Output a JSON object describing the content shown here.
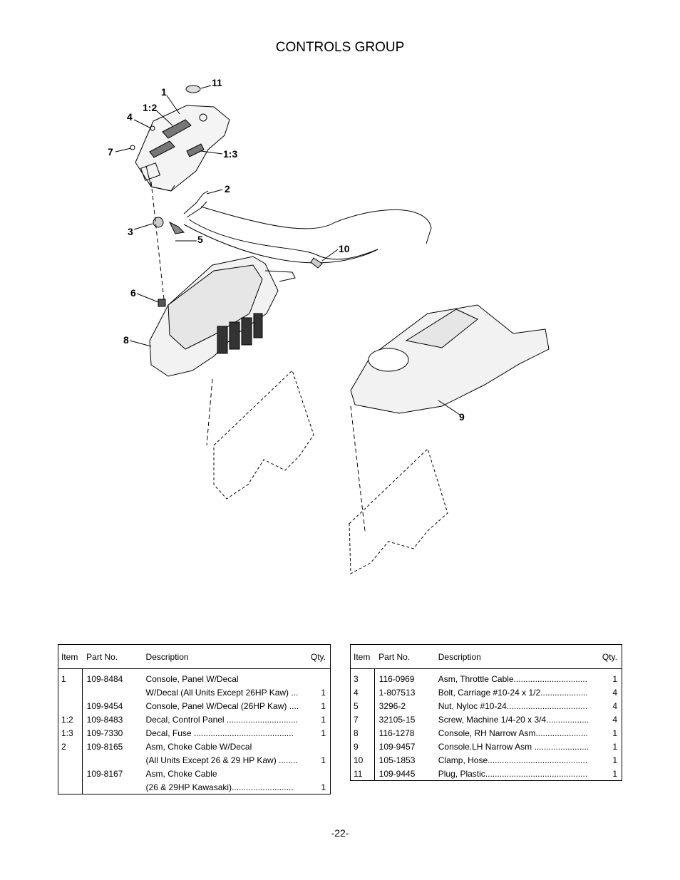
{
  "title": "CONTROLS GROUP",
  "callouts": [
    "1",
    "11",
    "1:2",
    "4",
    "7",
    "1:3",
    "2",
    "3",
    "5",
    "10",
    "6",
    "8",
    "9"
  ],
  "tables": {
    "headers": {
      "item": "Item",
      "part": "Part No.",
      "desc": "Description",
      "qty": "Qty."
    },
    "left": [
      {
        "item": "1",
        "part": "109-8484",
        "desc": "Console, Panel W/Decal",
        "qty": ""
      },
      {
        "item": "",
        "part": "",
        "desc": "W/Decal (All Units Except 26HP Kaw) ...",
        "qty": "1"
      },
      {
        "item": "",
        "part": "109-9454",
        "desc": "Console, Panel W/Decal (26HP Kaw) ....",
        "qty": "1"
      },
      {
        "item": "1:2",
        "part": "109-8483",
        "desc": "Decal, Control Panel ..............................",
        "qty": "1"
      },
      {
        "item": "1:3",
        "part": "109-7330",
        "desc": "Decal, Fuse ..........................................",
        "qty": "1"
      },
      {
        "item": "2",
        "part": "109-8165",
        "desc": "Asm, Choke Cable W/Decal",
        "qty": ""
      },
      {
        "item": "",
        "part": "",
        "desc": "(All Units Except 26 & 29 HP Kaw) ........",
        "qty": "1"
      },
      {
        "item": "",
        "part": "109-8167",
        "desc": "Asm, Choke Cable",
        "qty": ""
      },
      {
        "item": "",
        "part": "",
        "desc": "(26 &  29HP Kawasaki)..........................",
        "qty": "1"
      }
    ],
    "right": [
      {
        "item": "3",
        "part": "116-0969",
        "desc": "Asm, Throttle Cable...............................",
        "qty": "1"
      },
      {
        "item": "4",
        "part": "1-807513",
        "desc": "Bolt, Carriage #10-24 x 1/2....................",
        "qty": "4"
      },
      {
        "item": "5",
        "part": "3296-2",
        "desc": "Nut, Nyloc #10-24..................................",
        "qty": "4"
      },
      {
        "item": "7",
        "part": "32105-15",
        "desc": "Screw, Machine 1/4-20 x 3/4..................",
        "qty": "4"
      },
      {
        "item": "8",
        "part": "116-1278",
        "desc": "Console, RH Narrow Asm......................",
        "qty": "1"
      },
      {
        "item": "9",
        "part": "109-9457",
        "desc": "Console.LH Narrow Asm .......................",
        "qty": "1"
      },
      {
        "item": "10",
        "part": "105-1853",
        "desc": "Clamp, Hose..........................................",
        "qty": "1"
      },
      {
        "item": "11",
        "part": "109-9445",
        "desc": "Plug, Plastic...........................................",
        "qty": "1"
      }
    ]
  },
  "page_number": "-22-"
}
